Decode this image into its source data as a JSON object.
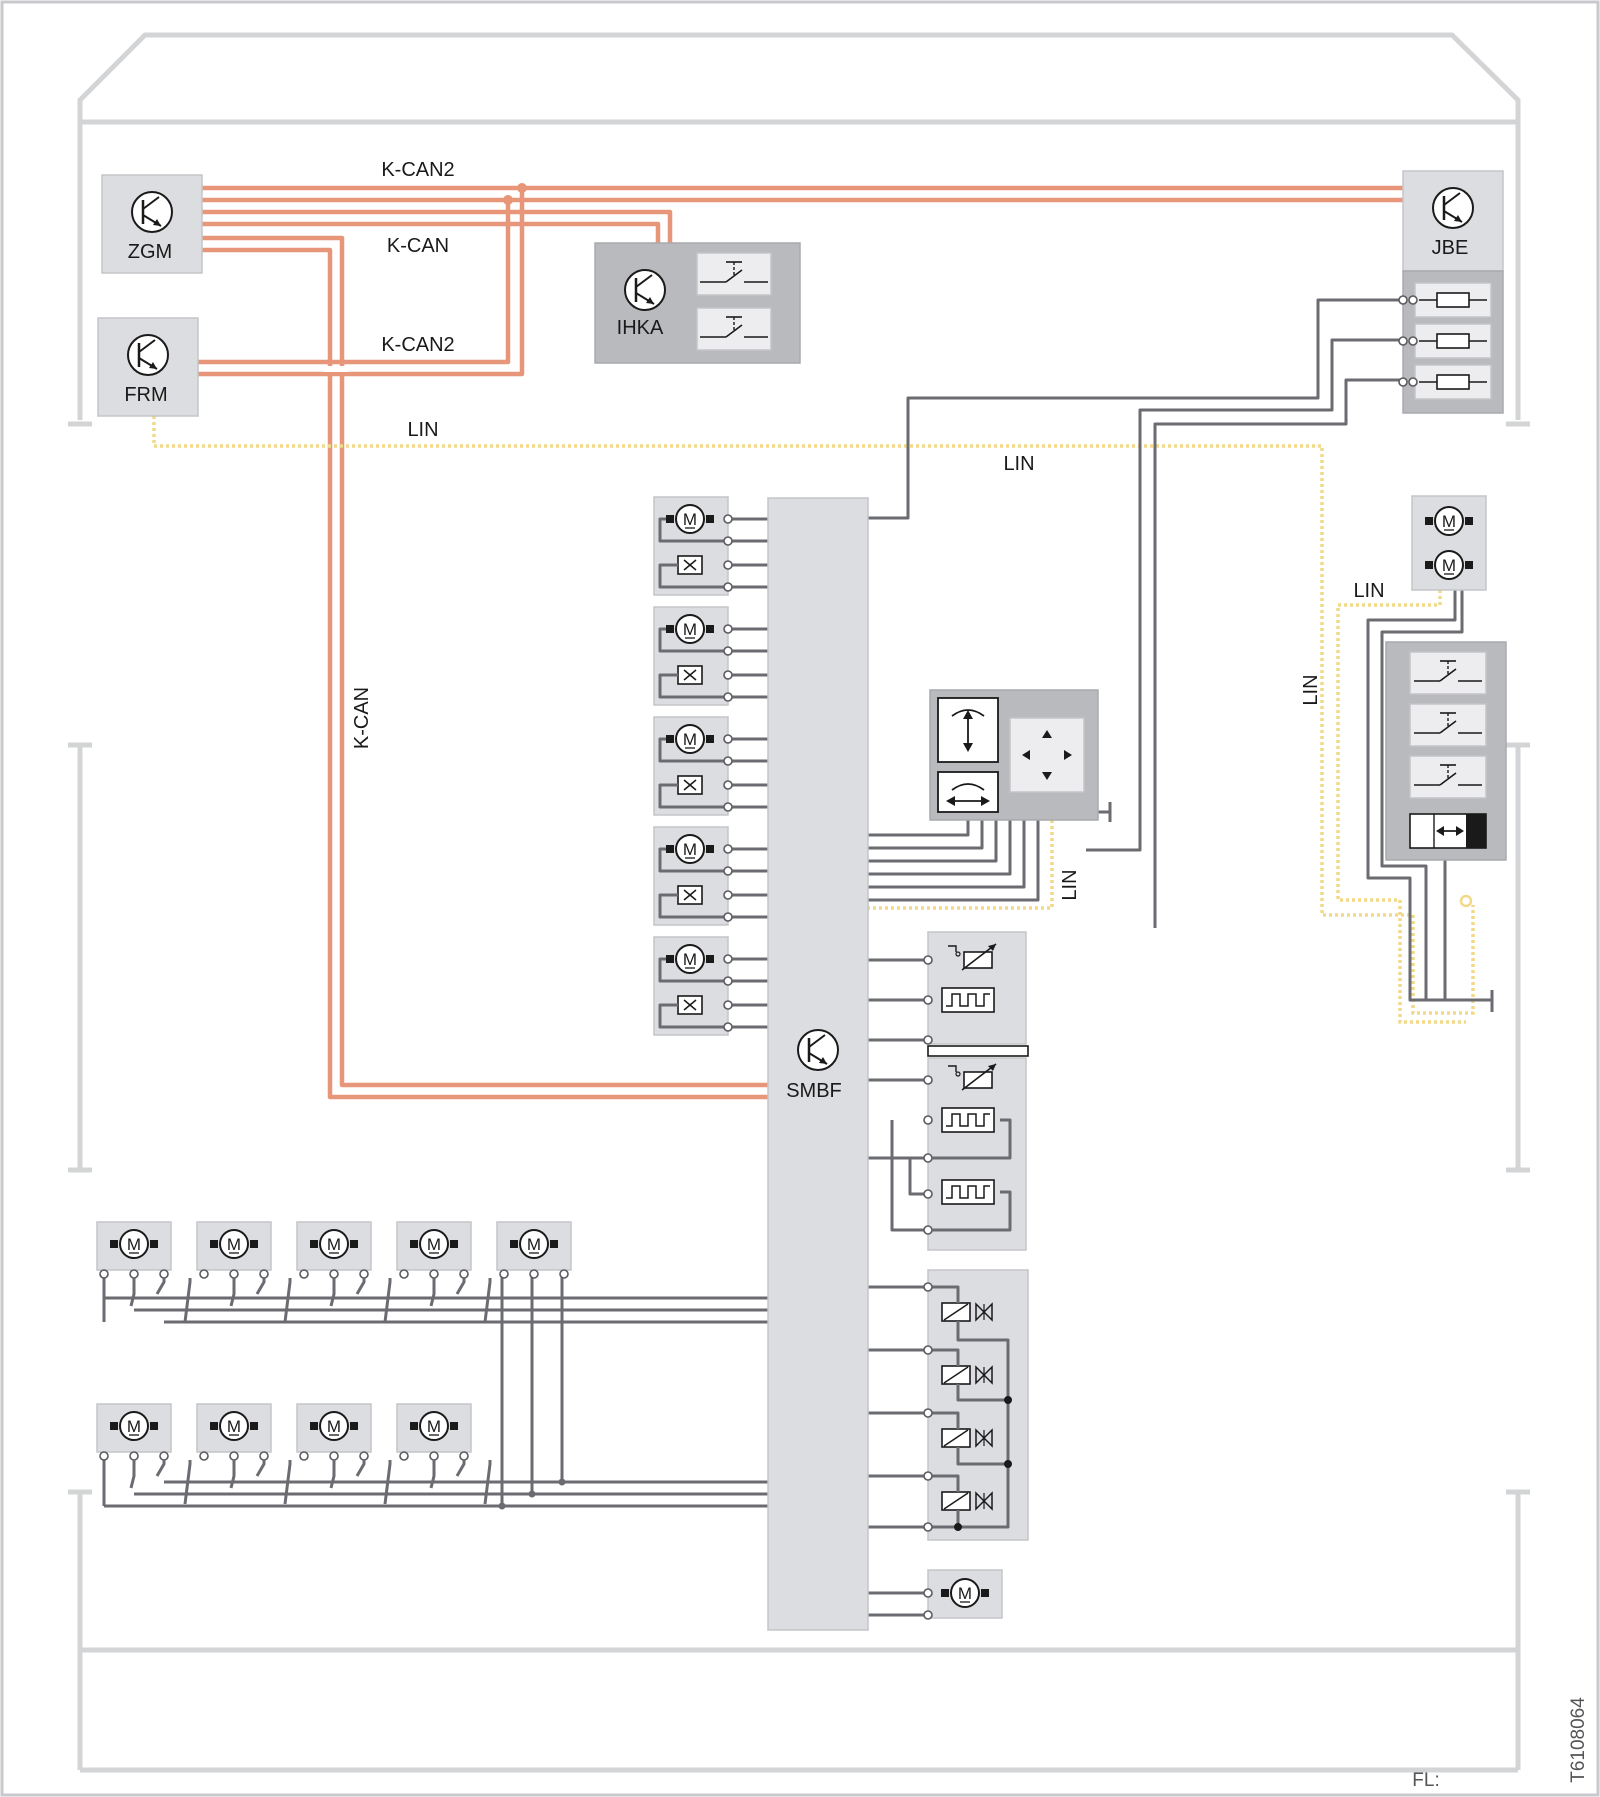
{
  "labels": {
    "kcan2_top": "K-CAN2",
    "kcan_top": "K-CAN",
    "kcan2_frm": "K-CAN2",
    "lin_top": "LIN",
    "lin_mid": "LIN",
    "kcan_vertical": "K-CAN",
    "lin_right_a": "LIN",
    "lin_right_b": "LIN",
    "lin_seat": "LIN",
    "figure_code": "T6108064",
    "footer": "FL:"
  },
  "modules": {
    "zgm": "ZGM",
    "frm": "FRM",
    "ihka": "IHKA",
    "jbe": "JBE",
    "smbf": "SMBF"
  },
  "icons": {
    "control_unit": "transistor-icon",
    "motor": "motor-icon",
    "hall_sensor": "hall-sensor-icon",
    "switch": "switch-icon",
    "fuse": "fuse-icon",
    "valve": "solenoid-valve-icon",
    "heater": "heating-element-icon",
    "potentiometer": "potentiometer-icon"
  },
  "colors": {
    "can_bus": "#e8967a",
    "lin_bus": "#f2d98a",
    "wire": "#6b6b72",
    "module_fill": "#dcdde0",
    "frame": "#d3d4d6"
  }
}
